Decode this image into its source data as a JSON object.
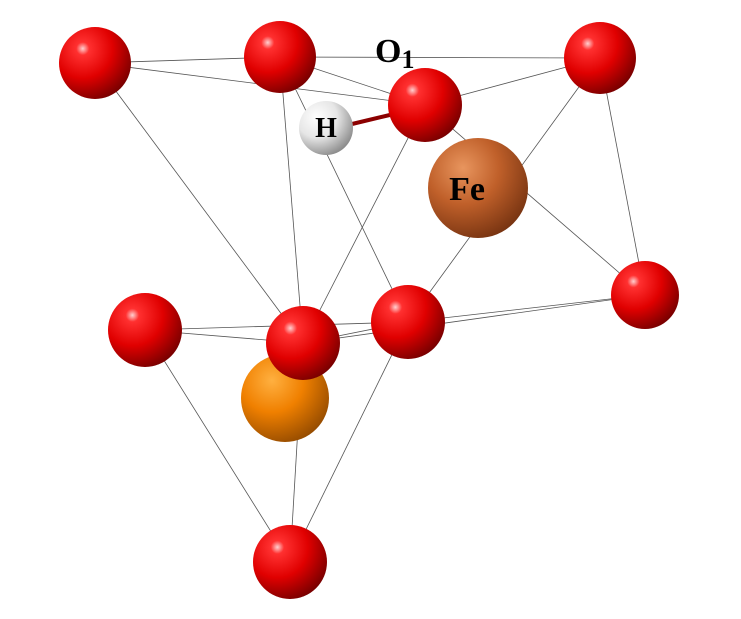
{
  "labels": {
    "o1_main": "O",
    "o1_sub": "1",
    "h": "H",
    "fe": "Fe"
  },
  "atoms": [
    {
      "id": "o-top-left",
      "element": "O"
    },
    {
      "id": "o-top-mid",
      "element": "O"
    },
    {
      "id": "o-top-right",
      "element": "O"
    },
    {
      "id": "o1",
      "element": "O"
    },
    {
      "id": "h",
      "element": "H"
    },
    {
      "id": "fe",
      "element": "Fe"
    },
    {
      "id": "o-mid-left",
      "element": "O"
    },
    {
      "id": "o-mid-center",
      "element": "O"
    },
    {
      "id": "o-mid-right",
      "element": "O"
    },
    {
      "id": "o-right",
      "element": "O"
    },
    {
      "id": "orange-atom",
      "element": ""
    },
    {
      "id": "o-bottom",
      "element": "O"
    }
  ],
  "colors": {
    "oxygen": "#e00000",
    "hydrogen": "#e8e8e8",
    "iron": "#c0602a",
    "orange_atom": "#f08000",
    "bond": "#8b0000",
    "edge": "#555555"
  }
}
